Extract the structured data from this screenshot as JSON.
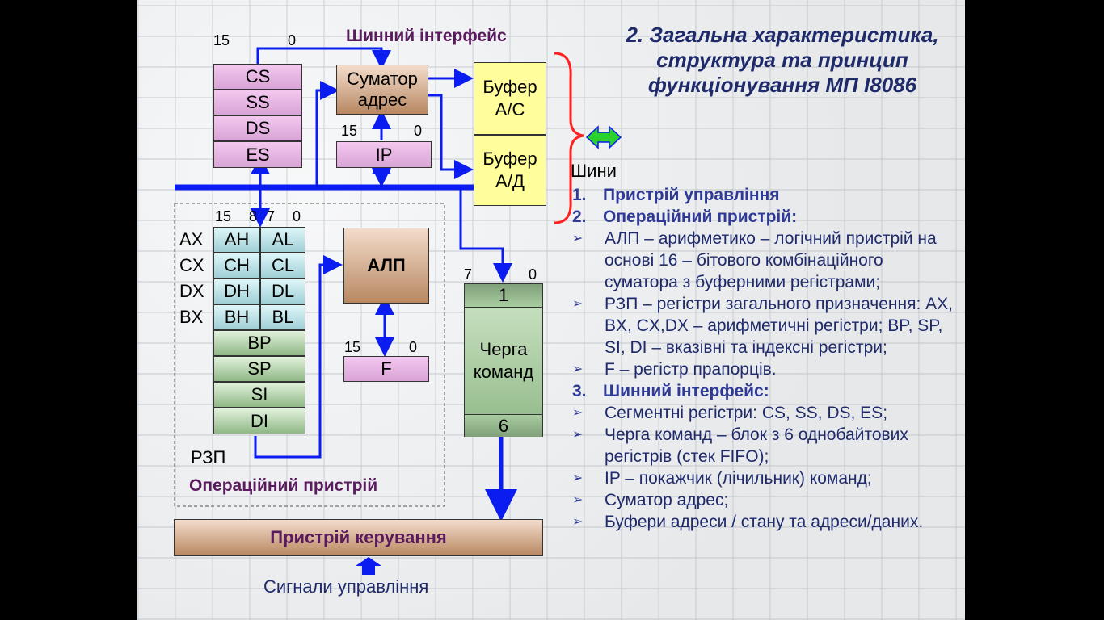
{
  "title": "2. Загальна характеристика, структура та принцип функціонування МП І8086",
  "diagram": {
    "bus_interface_heading": "Шинний інтерфейс",
    "exec_unit_heading": "Операційний пристрій",
    "seg_bits": {
      "hi": "15",
      "lo": "0"
    },
    "seg_registers": [
      "CS",
      "SS",
      "DS",
      "ES"
    ],
    "adder": "Суматор адрес",
    "ip_bits": {
      "hi": "15",
      "lo": "0"
    },
    "ip": "IP",
    "buffer_ac": "Буфер А/С",
    "buffer_ad": "Буфер А/Д",
    "buses_label": "Шини",
    "gp_bits": {
      "b15": "15",
      "b8": "8",
      "b7": "7",
      "b0": "0"
    },
    "gp_rows": [
      {
        "name": "AX",
        "hi": "AH",
        "lo": "AL"
      },
      {
        "name": "CX",
        "hi": "CH",
        "lo": "CL"
      },
      {
        "name": "DX",
        "hi": "DH",
        "lo": "DL"
      },
      {
        "name": "BX",
        "hi": "BH",
        "lo": "BL"
      }
    ],
    "index_registers": [
      "BP",
      "SP",
      "SI",
      "DI"
    ],
    "rzp_label": "РЗП",
    "alu": "АЛП",
    "f_bits": {
      "hi": "15",
      "lo": "0"
    },
    "flags": "F",
    "queue_bits": {
      "hi": "7",
      "lo": "0"
    },
    "queue_first": "1",
    "queue": "Черга команд",
    "queue_last": "6",
    "control_unit": "Пристрій керування",
    "control_signals": "Сигнали управління"
  },
  "list": [
    {
      "kind": "num",
      "marker": "1.",
      "text": "Пристрій управління"
    },
    {
      "kind": "num",
      "marker": "2.",
      "text": "Операційний пристрій:"
    },
    {
      "kind": "bul",
      "marker": "➢",
      "text": "АЛП – арифметико – логічний пристрій на основі 16 – бітового комбінаційного суматора з буферними регістрами;"
    },
    {
      "kind": "bul",
      "marker": "➢",
      "text": "РЗП – регістри загального призначення: AX, BX, CX,DX – арифметичні регістри; BP, SP, SI, DI – вказівні та індексні регістри;"
    },
    {
      "kind": "bul",
      "marker": "➢",
      "text": "F – регістр прапорців."
    },
    {
      "kind": "num",
      "marker": "3.",
      "text": "Шинний інтерфейс:"
    },
    {
      "kind": "bul",
      "marker": "➢",
      "text": "Сегментні регістри: CS, SS, DS, ES;"
    },
    {
      "kind": "bul",
      "marker": "➢",
      "text": "Черга команд – блок з 6 однобайтових регістрів (стек FIFO);"
    },
    {
      "kind": "bul",
      "marker": "➢",
      "text": "IP – покажчик (лічильник) команд;"
    },
    {
      "kind": "bul",
      "marker": "➢",
      "text": "Суматор адрес;"
    },
    {
      "kind": "bul",
      "marker": "➢",
      "text": "Буфери адреси / стану та адреси/даних."
    }
  ],
  "colors": {
    "bus": "#0a1cf0",
    "title": "#1f2a6b",
    "heading": "#5a1a5e",
    "bracket": "#ff2020",
    "bidir_arrow": "#2ad12a"
  }
}
